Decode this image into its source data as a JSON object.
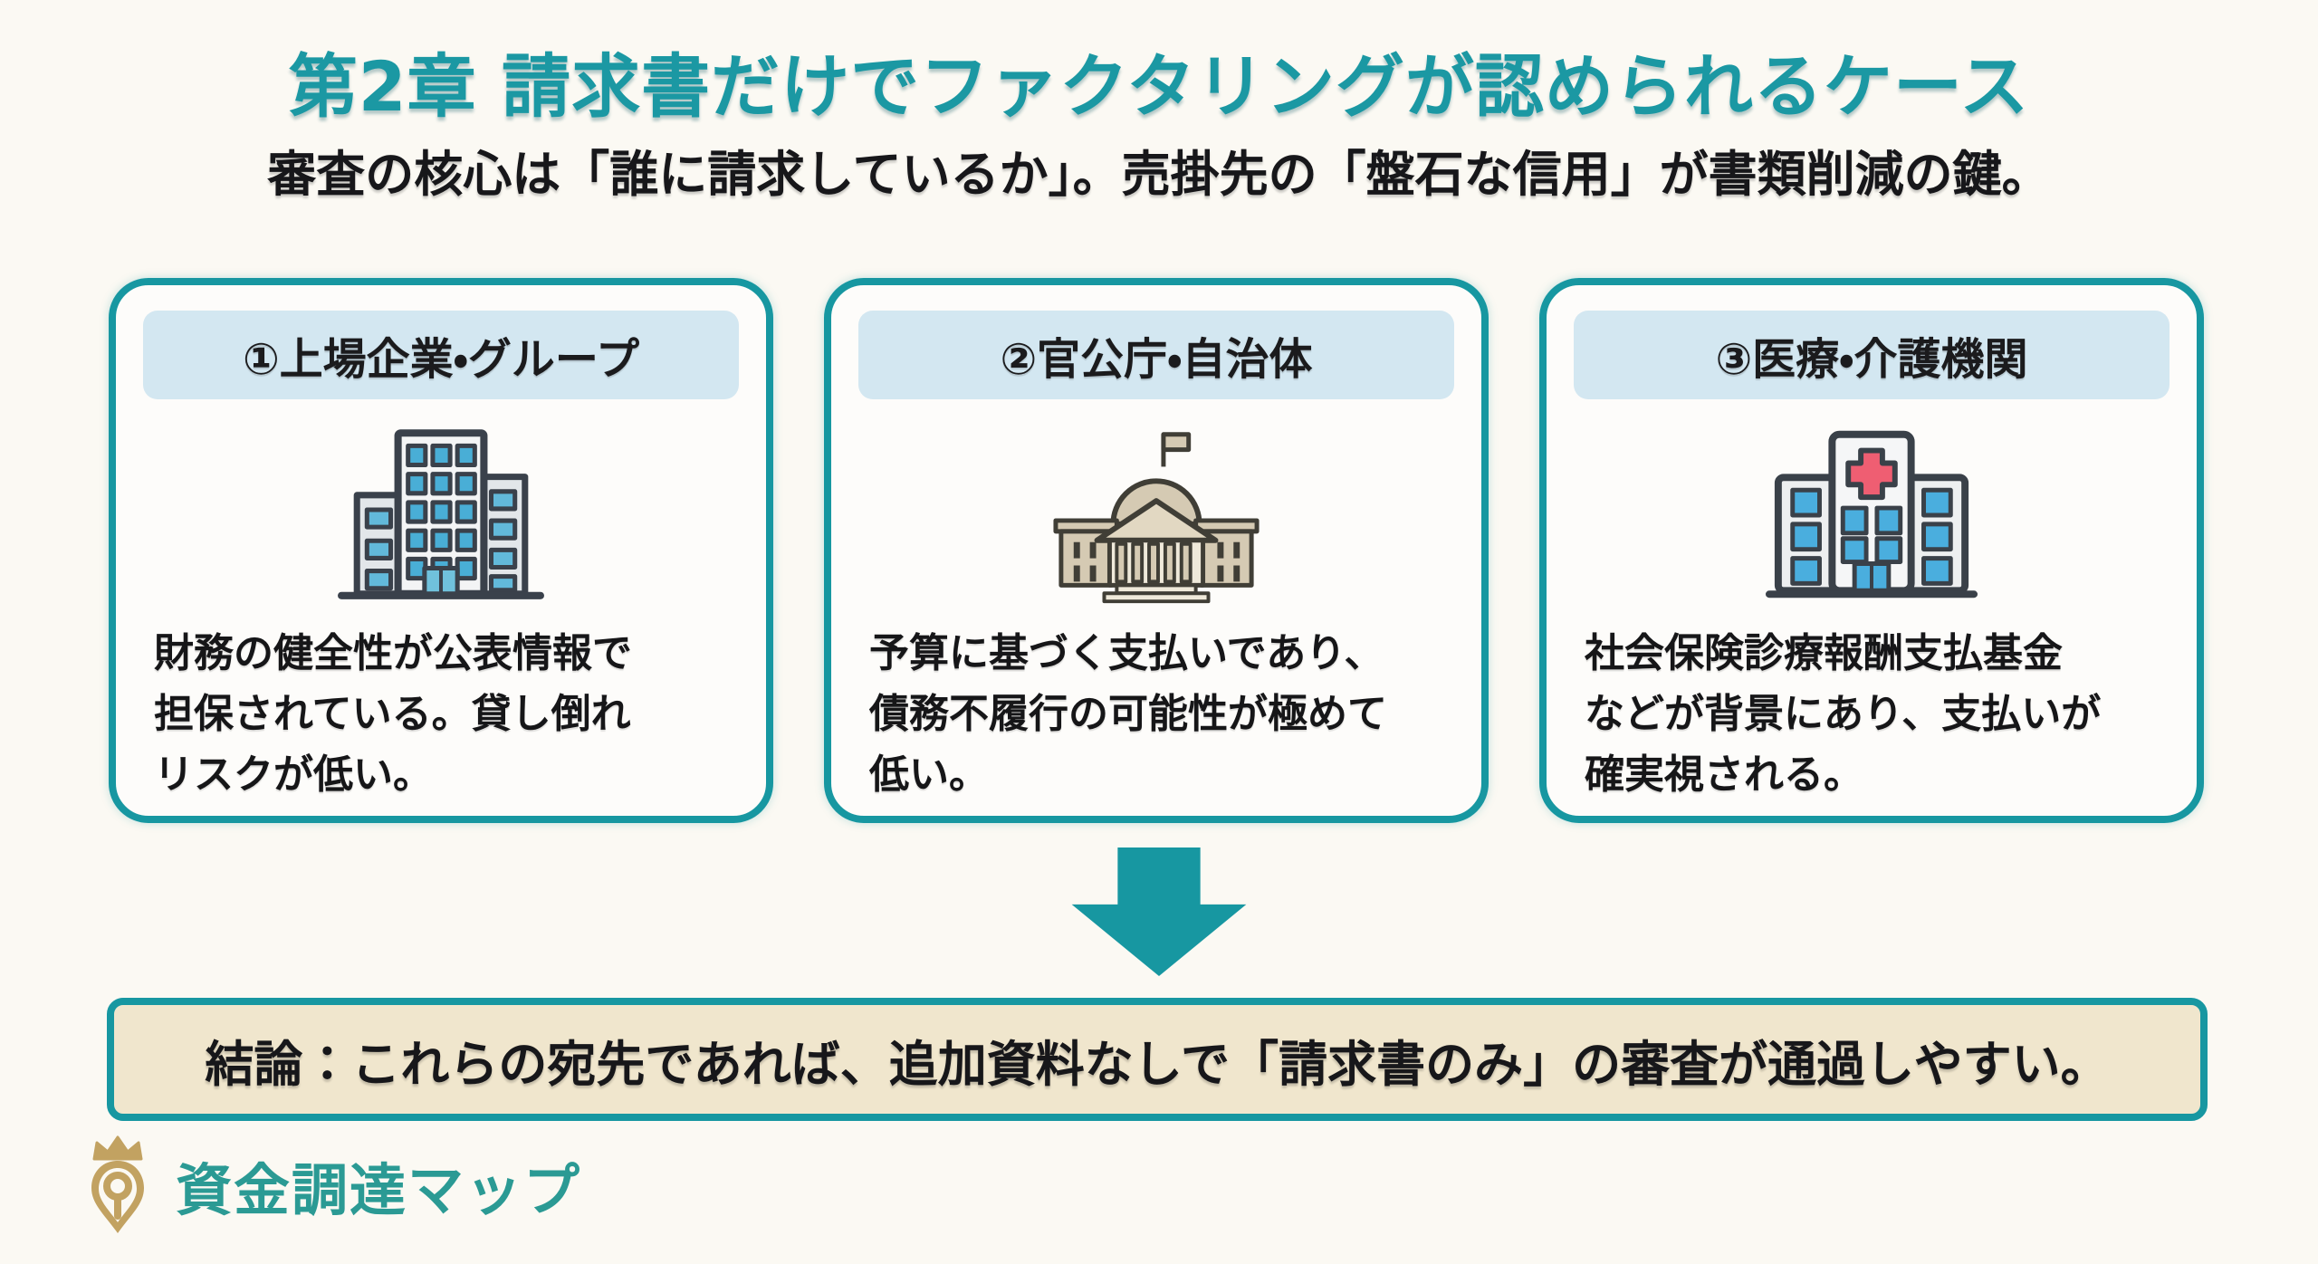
{
  "page": {
    "title": "第2章 請求書だけでファクタリングが認められるケース",
    "subtitle": "審査の核心は「誰に請求しているか」。売掛先の「盤石な信用」が書類削減の鍵。"
  },
  "cards": [
    {
      "header": "①上場企業・グループ",
      "icon": "office-building-icon",
      "body": "財務の健全性が公表情報で\n担保されている。貸し倒れ\nリスクが低い。"
    },
    {
      "header": "②官公庁・自治体",
      "icon": "government-building-icon",
      "body": "予算に基づく支払いであり、\n債務不履行の可能性が極めて\n低い。"
    },
    {
      "header": "③医療・介護機関",
      "icon": "hospital-icon",
      "body": "社会保険診療報酬支払基金\nなどが背景にあり、支払いが\n確実視される。"
    }
  ],
  "arrow": {
    "icon": "down-arrow-icon"
  },
  "conclusion": {
    "text": "結論：これらの宛先であれば、追加資料なしで「請求書のみ」の審査が通過しやすい。"
  },
  "footer": {
    "brand": "資金調達マップ",
    "icon": "crown-map-pin-icon"
  },
  "colors": {
    "accent_teal": "#1797a1",
    "title_teal": "#1b98a3",
    "card_header_bg": "#d3e7f1",
    "conclusion_bg": "#f0e6cd",
    "brand_gold": "#c2a261",
    "brand_teal": "#2b9a94",
    "text_dark": "#17171a",
    "page_bg": "#fbf9f3",
    "window_blue": "#5cb6d8",
    "hospital_blue": "#4aaede",
    "cross_red": "#ef5e72",
    "gov_tan": "#d5cab3"
  }
}
